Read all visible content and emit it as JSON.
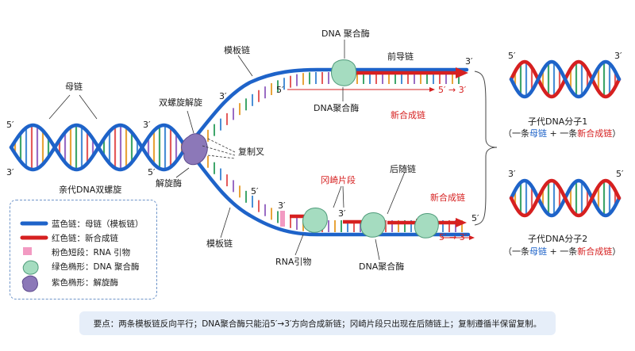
{
  "labels": {
    "parent_strand": "母链",
    "parent_helix": "亲代DNA双螺旋",
    "helicase_unwind": "双螺旋解旋",
    "helicase": "解旋酶",
    "template_top": "模板链",
    "template_bottom": "模板链",
    "replication_fork": "复制叉",
    "dna_pol_top_above": "DNA 聚合酶",
    "dna_pol_top_below": "DNA聚合酶",
    "leading_strand": "前导链",
    "new_strand_top": "新合成链",
    "direction_top": "5′ → 3′",
    "okazaki": "冈崎片段",
    "lagging_strand": "后随链",
    "new_strand_bottom": "新合成链",
    "direction_bottom": "5′ → 3′",
    "rna_primer": "RNA引物",
    "dna_pol_bottom": "DNA聚合酶",
    "daughter1_title": "子代DNA分子1",
    "daughter2_title": "子代DNA分子2",
    "daughter_sub_open": "（一条",
    "daughter_sub_parent": "母链",
    "daughter_sub_plus": " + 一条",
    "daughter_sub_new": "新合成链",
    "daughter_sub_close": "）"
  },
  "primes": {
    "five": "5′",
    "three": "3′"
  },
  "legend": [
    {
      "key": "blue_strand",
      "label": "蓝色链：母链（模板链）"
    },
    {
      "key": "red_strand",
      "label": "红色链：新合成链"
    },
    {
      "key": "pink_short",
      "label": "粉色短段：RNA 引物"
    },
    {
      "key": "green_blob",
      "label": "绿色椭形：DNA 聚合酶"
    },
    {
      "key": "purple_blob",
      "label": "紫色椭形：解旋酶"
    }
  ],
  "note": "要点：两条模板链反向平行；DNA聚合酶只能沿5′→3′方向合成新链；冈崎片段只出现在后随链上；复制遵循半保留复制。",
  "colors": {
    "parent_blue": "#1e63c9",
    "new_red": "#d62020",
    "primer_pink": "#f29ac2",
    "polymerase_green": "#a5dcc0",
    "helicase_purple": "#8c78b8",
    "note_bg": "#e6eef9",
    "legend_border": "#6f95c9"
  }
}
